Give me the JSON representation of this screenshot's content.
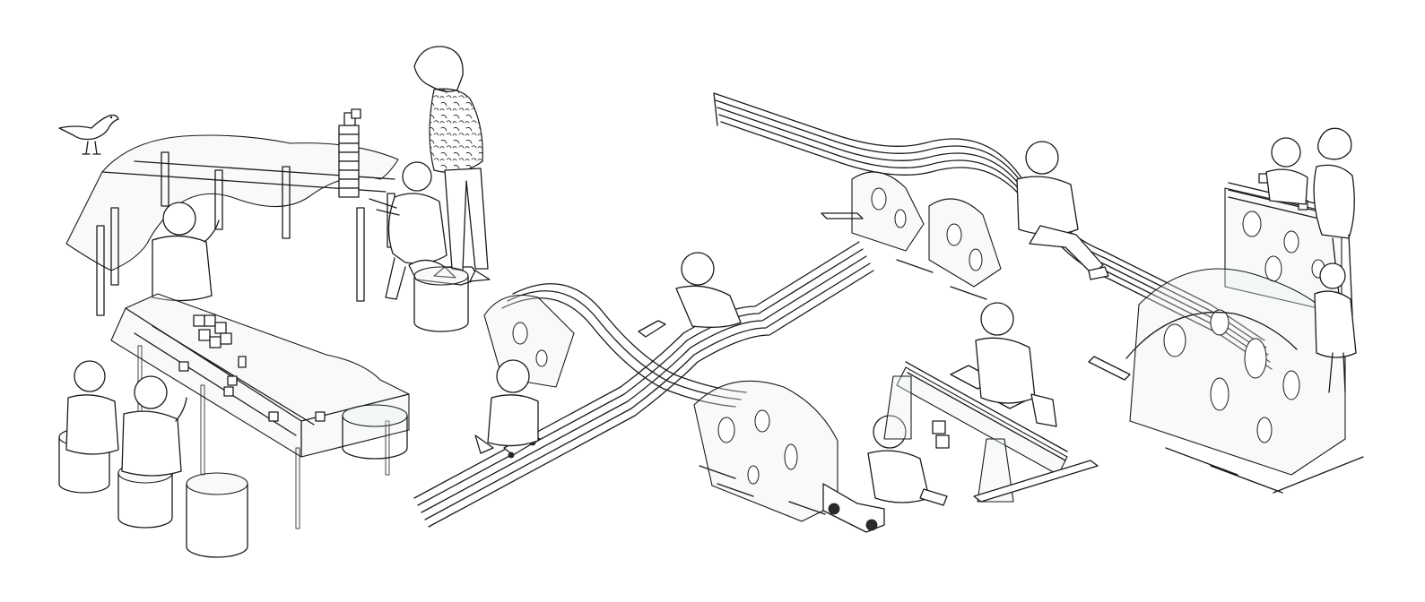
{
  "figure": {
    "kind": "isometric line illustration",
    "palette": {
      "line": "#1a1a1a",
      "background": "#ffffff"
    },
    "scenes": [
      {
        "id": "table-area",
        "elements": [
          "bird-icon",
          "wavy-glass-table",
          "block-tower",
          "glass-desk-table",
          "cylinder-stools"
        ]
      },
      {
        "id": "track-area",
        "elements": [
          "curved-rail-track",
          "cutout-support-frames",
          "toy-car",
          "toy-train"
        ]
      },
      {
        "id": "rack-area",
        "elements": [
          "stacked-rail-rack",
          "sitting-adult",
          "standing-adults",
          "children"
        ]
      }
    ]
  }
}
